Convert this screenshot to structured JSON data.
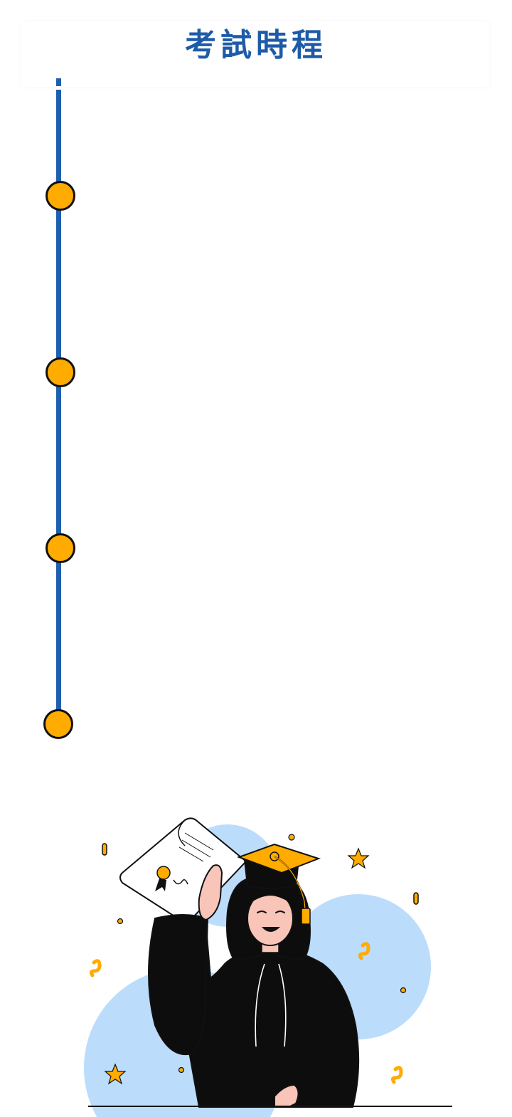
{
  "header": {
    "title": "考試時程"
  },
  "timeline": {
    "items": [
      {
        "node": "milestone-1"
      },
      {
        "node": "milestone-2"
      },
      {
        "node": "milestone-3"
      },
      {
        "node": "milestone-4"
      }
    ]
  },
  "colors": {
    "primary_blue": "#1e5fae",
    "title_blue": "#1d5ba8",
    "accent_yellow": "#ffab00",
    "outline": "#111111",
    "bubble_blue": "#bcdcfb",
    "skin": "#f8c5b8"
  },
  "illustration": {
    "icon": "graduate-with-diploma-illustration"
  }
}
